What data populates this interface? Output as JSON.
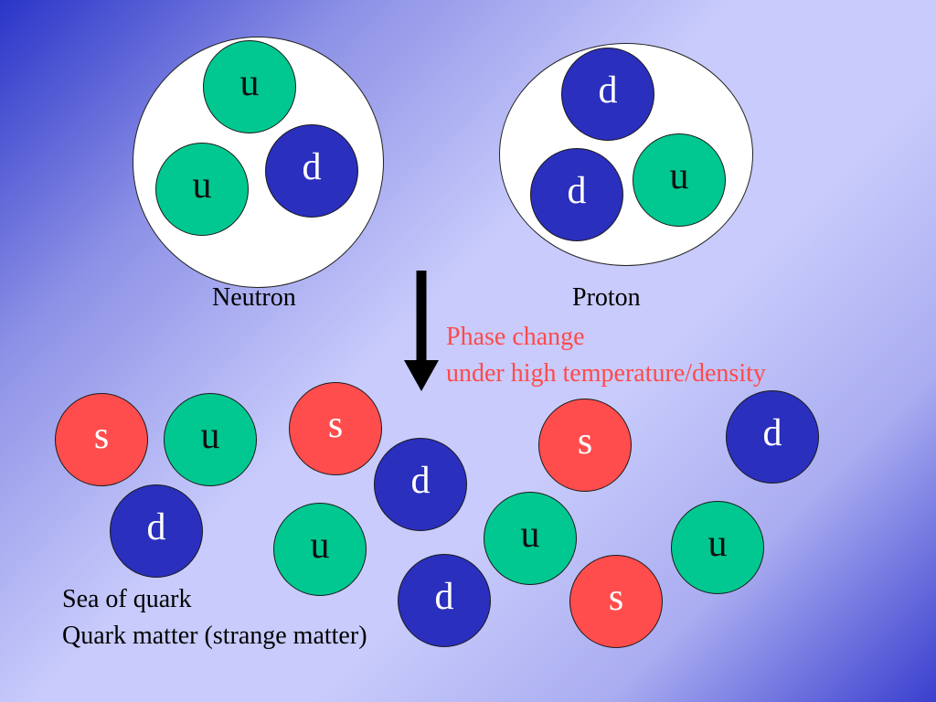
{
  "colors": {
    "up": "#00c890",
    "down": "#2a2fbd",
    "strange": "#ff4d4d",
    "phase_text": "#ff4a4a",
    "nucleon_fill": "#ffffff"
  },
  "neutron": {
    "label": "Neutron",
    "quarks": [
      "u",
      "u",
      "d"
    ]
  },
  "proton": {
    "label": "Proton",
    "quarks": [
      "d",
      "d",
      "u"
    ]
  },
  "arrow_icon": "down-arrow-icon",
  "phase_change": {
    "line1": "Phase change",
    "line2": "under high temperature/density"
  },
  "sea": {
    "quarks": [
      "s",
      "u",
      "d",
      "s",
      "d",
      "u",
      "d",
      "u",
      "s",
      "s",
      "d",
      "u"
    ],
    "caption_line1": "Sea of quark",
    "caption_line2": "Quark matter (strange matter)"
  }
}
